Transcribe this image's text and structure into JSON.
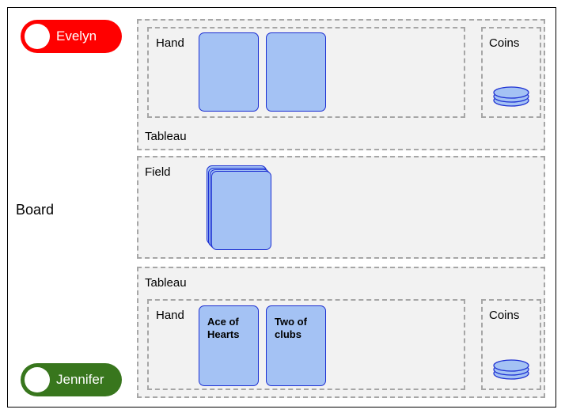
{
  "players": {
    "top": {
      "name": "Evelyn",
      "color": "#ff0000"
    },
    "bottom": {
      "name": "Jennifer",
      "color": "#38761d"
    }
  },
  "board": {
    "label": "Board"
  },
  "top_tableau": {
    "label": "Tableau",
    "hand": {
      "label": "Hand",
      "cards": [
        "",
        ""
      ]
    },
    "coins": {
      "label": "Coins"
    }
  },
  "field": {
    "label": "Field"
  },
  "bottom_tableau": {
    "label": "Tableau",
    "hand": {
      "label": "Hand",
      "cards": [
        "Ace of Hearts",
        "Two of clubs"
      ]
    },
    "coins": {
      "label": "Coins"
    }
  },
  "colors": {
    "card_fill": "#a4c2f4",
    "card_border": "#1c2fd2",
    "zone_fill": "#f2f2f2",
    "zone_border": "#a6a6a6"
  }
}
